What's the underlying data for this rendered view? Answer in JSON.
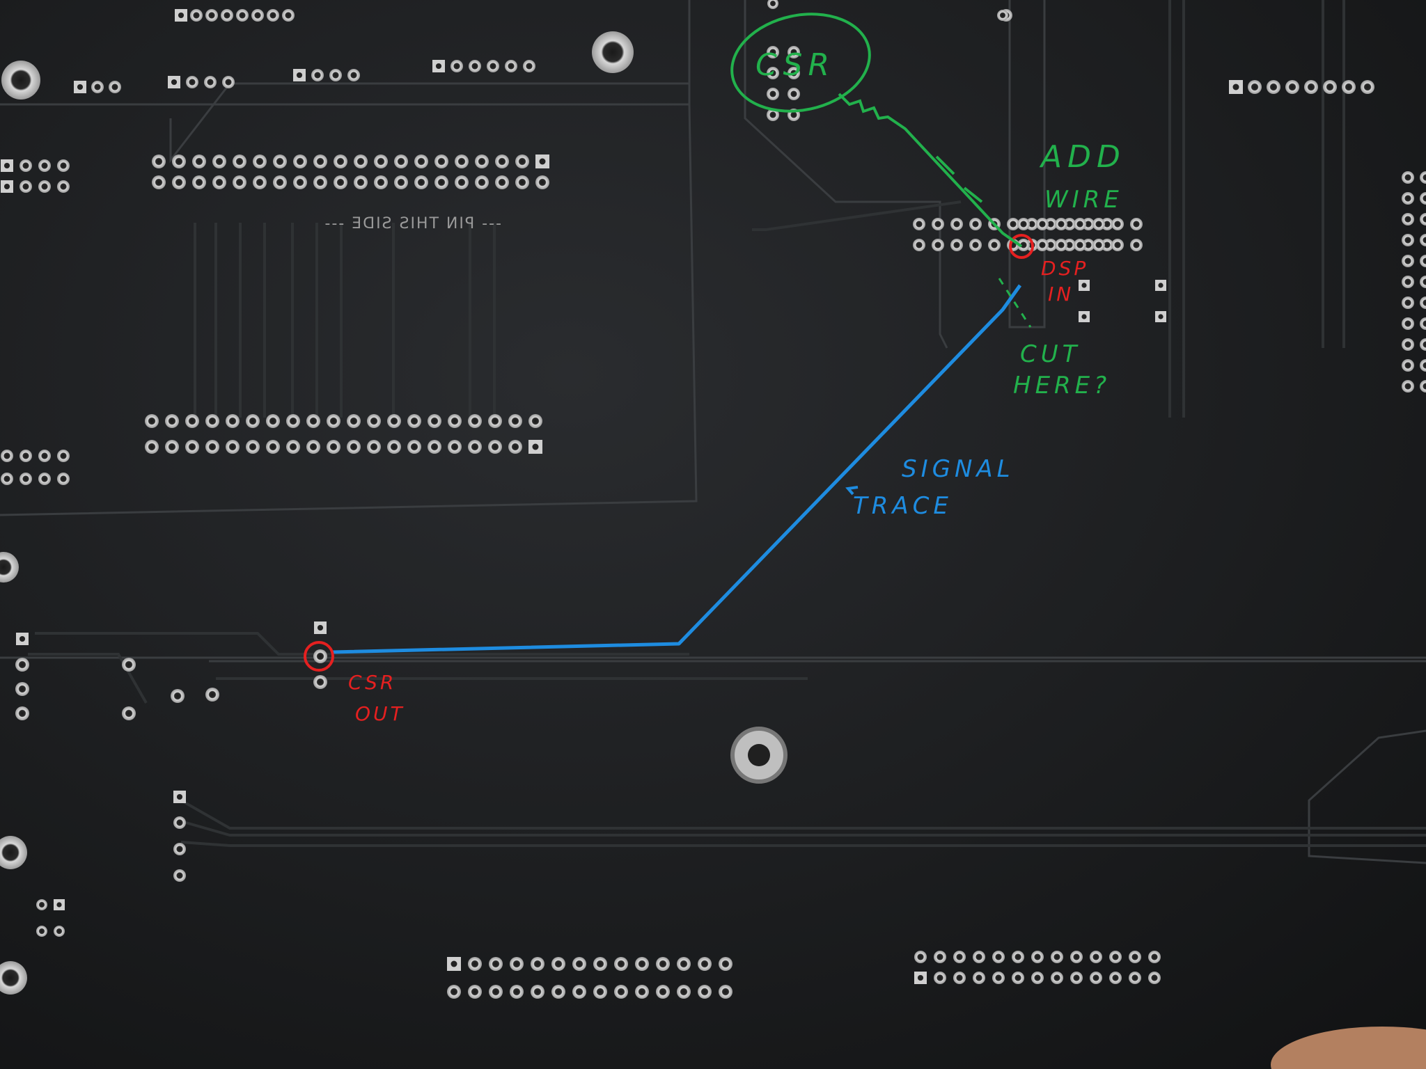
{
  "silkscreen": {
    "pin_side_label": "--- PIN THIS SIDE ---"
  },
  "annotations": {
    "csr_circle_label": "CSR",
    "add_wire_line1": "ADD",
    "add_wire_line2": "WIRE",
    "dsp_in_line1": "DSP",
    "dsp_in_line2": "IN",
    "cut_here_line1": "CUT",
    "cut_here_line2": "HERE?",
    "signal_trace_line1": "SIGNAL",
    "signal_trace_line2": "TRACE",
    "csr_out_line1": "CSR",
    "csr_out_line2": "OUT",
    "colors": {
      "green_ink": "#22b14c",
      "red_ink": "#e52020",
      "blue_ink": "#1e8ce0",
      "board": "#1b1d1f"
    }
  }
}
